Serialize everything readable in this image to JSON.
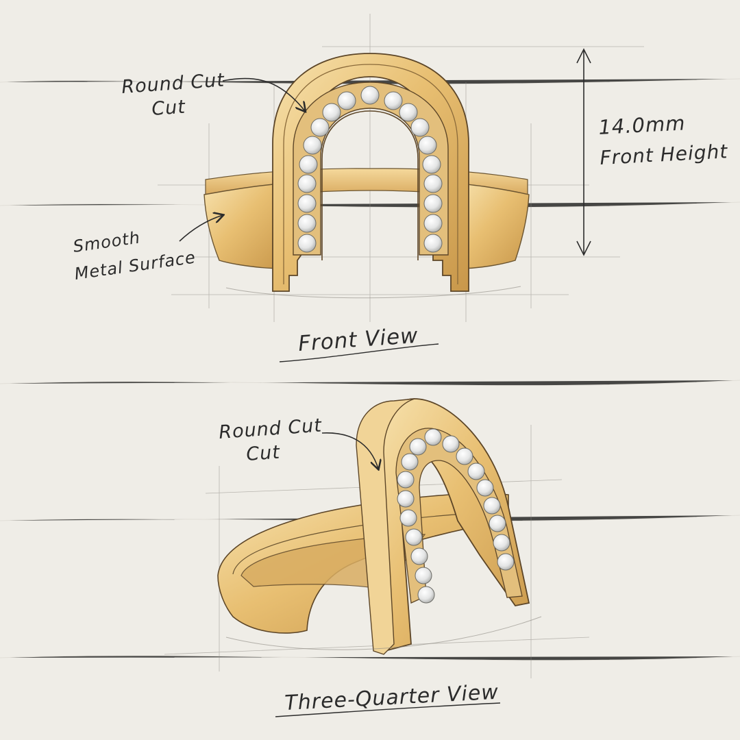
{
  "sketch": {
    "front_view": {
      "caption": "Front View",
      "gem_callout": {
        "line1": "Round Cut",
        "line2": "Cut"
      },
      "surface_callout": {
        "line1": "Smooth",
        "line2": "Metal Surface"
      },
      "dimension": {
        "value": "14.0mm",
        "label": "Front Height"
      }
    },
    "three_quarter_view": {
      "caption": "Three-Quarter View",
      "gem_callout": {
        "line1": "Round Cut",
        "line2": "Cut"
      }
    }
  },
  "colors": {
    "paper": "#efede7",
    "gold_light": "#f3d79a",
    "gold_mid": "#e2b768",
    "gold_dark": "#b9893f",
    "ink": "#2b2b2b",
    "pencil": "#8a8780",
    "diamond": "#e9eaea"
  }
}
